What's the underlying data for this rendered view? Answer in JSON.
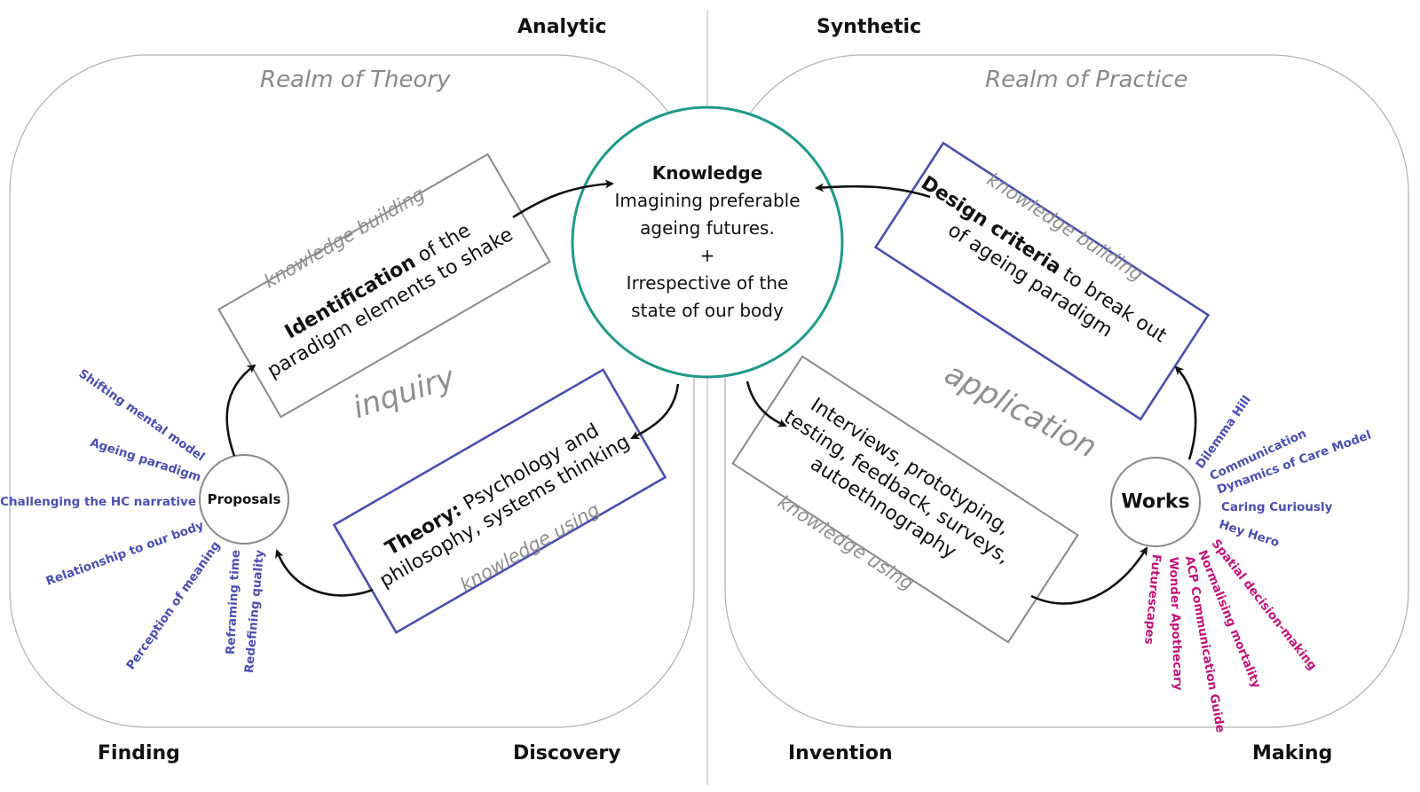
{
  "quadrants": {
    "top_left": "Analytic",
    "top_right": "Synthetic",
    "bottom_left_1": "Finding",
    "bottom_left_2": "Discovery",
    "bottom_right_1": "Invention",
    "bottom_right_2": "Making"
  },
  "realms": {
    "theory": "Realm of Theory",
    "practice": "Realm of Practice"
  },
  "phases": {
    "inquiry": "inquiry",
    "application": "application"
  },
  "knowledge": {
    "title": "Knowledge",
    "line1": "Imagining preferable",
    "line2": "ageing futures.",
    "plus": "+",
    "line3": "Irrespective of the",
    "line4": "state of our body"
  },
  "boxes": {
    "identification": {
      "bold": "Identification",
      "rest1": " of the",
      "line2": "paradigm elements to shake",
      "mode": "knowledge building"
    },
    "theory": {
      "bold": "Theory:",
      "rest1": " Psychology and",
      "line2": "philosophy, systems thinking",
      "mode": "knowledge using"
    },
    "design_criteria": {
      "bold": "Design criteria",
      "rest1": " to break out",
      "line2": "of ageing paradigm",
      "mode": "knowledge building"
    },
    "methods": {
      "line1": "Interviews, prototyping,",
      "line2": "testing, feedback, surveys,",
      "line3": "autoethnography",
      "mode": "knowledge using"
    }
  },
  "proposals": {
    "label": "Proposals",
    "items": [
      "Shifting mental model",
      "Ageing paradigm",
      "Challenging the HC narrative",
      "Relationship to our body",
      "Perception of meaning",
      "Reframing time",
      "Redefining quality"
    ]
  },
  "works": {
    "label": "Works",
    "blue_items": [
      "Dilemma Hill",
      "Communication",
      "Dynamics of Care Model",
      "Caring Curiously",
      "Hey Hero"
    ],
    "magenta_items": [
      "Spatial decision-making",
      "Normalising mortality",
      "ACP Communication Guide",
      "Wonder Apothecary",
      "Futurescapes"
    ]
  },
  "colors": {
    "knowledge_ring": "#1f9a86",
    "blue_box": "#4a4fb0",
    "grey_box": "#8a8a8a",
    "blue_text": "#4a4fb0",
    "magenta_text": "#c0137a"
  }
}
